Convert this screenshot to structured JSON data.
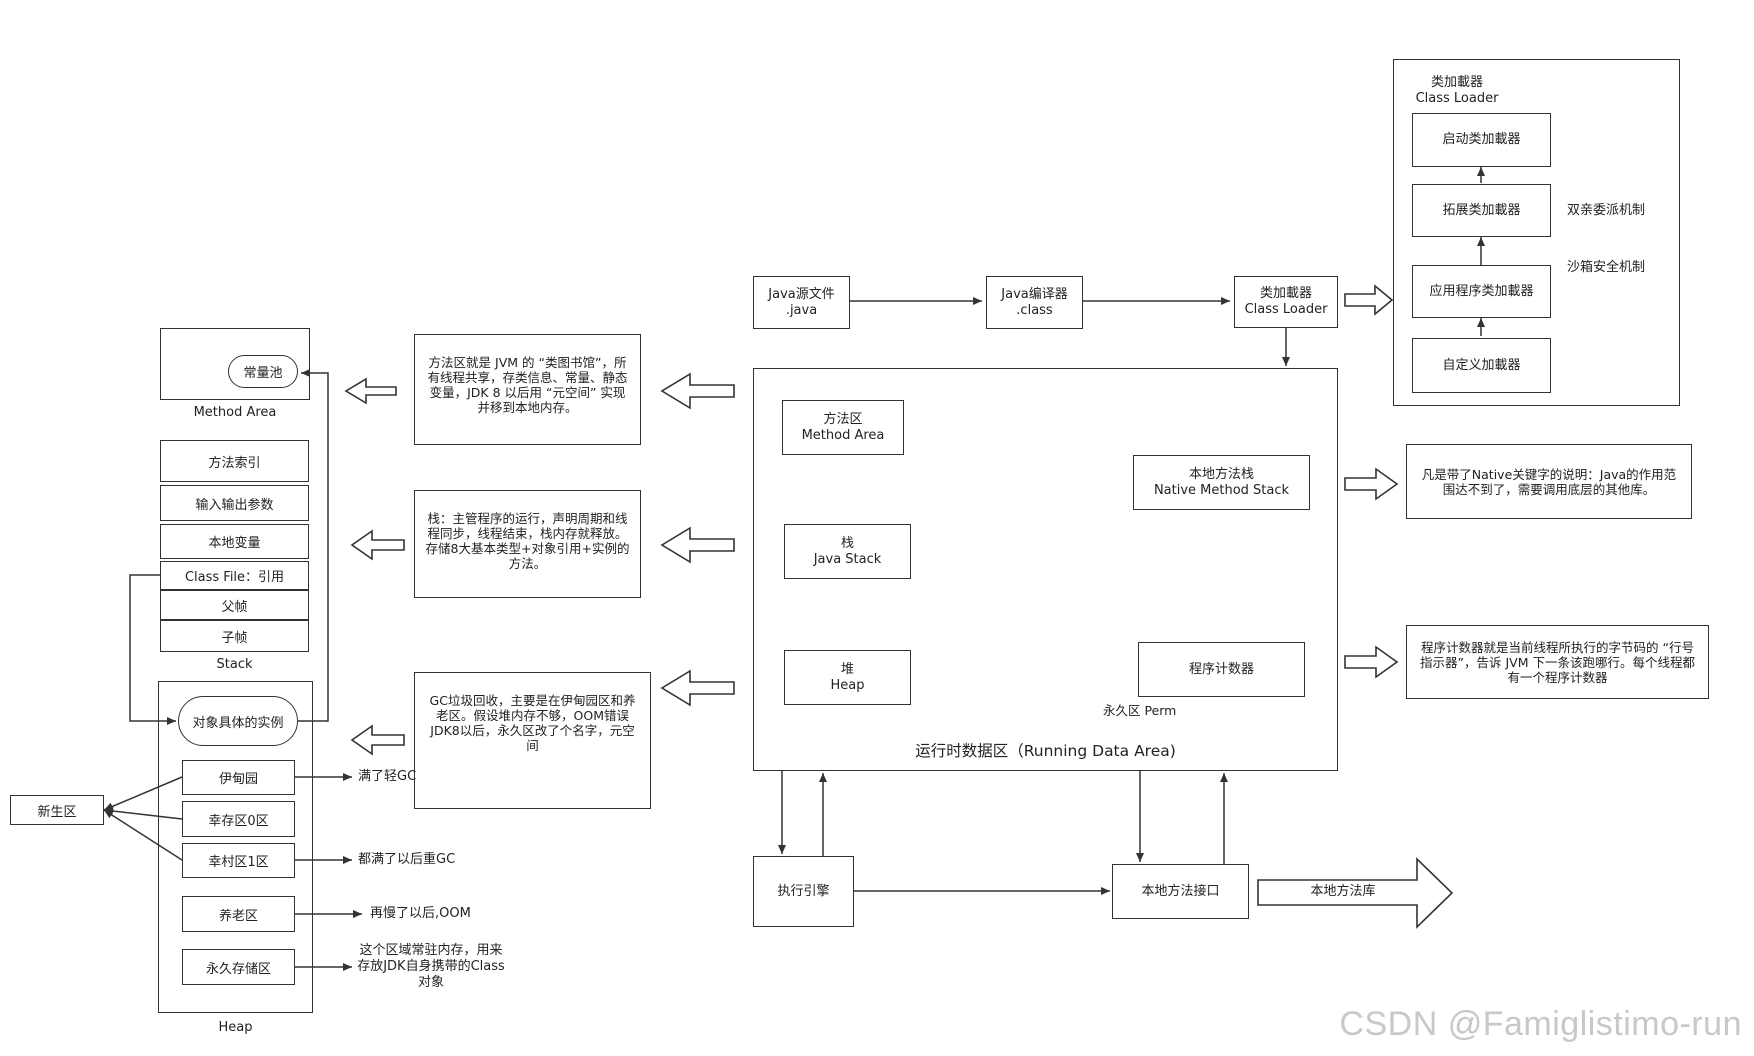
{
  "flow": {
    "java_source": "Java源文件\n.java",
    "java_compiler": "Java编译器\n.class",
    "class_loader": "类加載器\nClass Loader"
  },
  "loader_panel": {
    "title": "类加載器\nClass Loader",
    "bootstrap": "启动类加載器",
    "extension": "拓展类加載器",
    "application": "应用程序类加載器",
    "custom": "自定义加載器",
    "parent_delegation": "双亲委派机制",
    "sandbox": "沙箱安全机制"
  },
  "runtime": {
    "title": "运行时数据区（Running Data Area)",
    "method_area": "方法区\nMethod Area",
    "java_stack": "栈\nJava Stack",
    "heap": "堆\nHeap",
    "native_stack": "本地方法栈\nNative Method Stack",
    "pc_register": "程序计数器",
    "perm_label": "永久区 Perm"
  },
  "notes": {
    "method_area": "方法区就是 JVM 的 “类图书馆”，所有线程共享，存类信息、常量、静态变量，JDK 8 以后用 “元空间” 实现并移到本地内存。",
    "stack": "栈：主管程序的运行，声明周期和线程同步，线程结束，栈内存就释放。存储8大基本类型+对象引用+实例的方法。",
    "heap": "GC垃圾回收，主要是在伊甸园区和养老区。假设堆内存不够，OOM错误JDK8以后，永久区改了个名字，元空间",
    "native": "凡是带了Native关键字的说明：Java的作用范围达不到了，需要调用底层的其他库。",
    "pc": "程序计数器就是当前线程所执行的字节码的 “行号指示器”，告诉 JVM 下一条该跑哪行。每个线程都有一个程序计数器"
  },
  "bottom": {
    "exec_engine": "执行引擎",
    "native_interface": "本地方法接口",
    "native_library": "本地方法库"
  },
  "left": {
    "constant_pool": "常量池",
    "method_area_label": "Method Area",
    "stack_items": [
      "方法索引",
      "输入输出参数",
      "本地变量",
      "Class File：引用",
      "父帧",
      "子帧"
    ],
    "stack_label": "Stack",
    "object_instance": "对象具体的实例",
    "heap_items": [
      "伊甸园",
      "幸存区0区",
      "幸村区1区",
      "养老区",
      "永久存储区"
    ],
    "heap_label": "Heap",
    "young_gen": "新生区",
    "eden_note": "满了轻GC",
    "survivor_note": "都满了以后重GC",
    "old_note": "再慢了以后,OOM",
    "perm_note": "这个区域常驻内存，用来存放JDK自身携带的Class对象"
  },
  "watermark": "CSDN @Famiglistimo-run"
}
